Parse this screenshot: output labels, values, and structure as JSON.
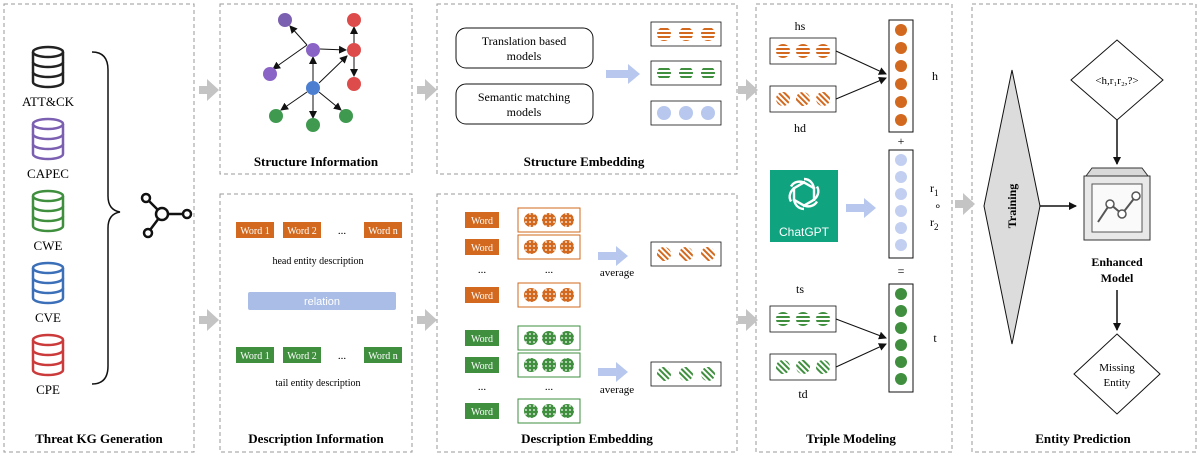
{
  "panels": {
    "threat_kg": {
      "title": "Threat KG Generation",
      "sources": [
        "ATT&CK",
        "CAPEC",
        "CWE",
        "CVE",
        "CPE"
      ],
      "source_colors": [
        "#222222",
        "#7b5fb0",
        "#3f8f3f",
        "#3b6fb8",
        "#cc3b3b"
      ]
    },
    "structure_info": {
      "title": "Structure Information"
    },
    "description_info": {
      "title": "Description Information",
      "head_words": [
        "Word 1",
        "Word 2",
        "...",
        "Word n"
      ],
      "head_caption": "head entity description",
      "relation_label": "relation",
      "tail_words": [
        "Word 1",
        "Word 2",
        "...",
        "Word n"
      ],
      "tail_caption": "tail entity description"
    },
    "structure_embedding": {
      "title": "Structure Embedding",
      "model_1": [
        "Translation based",
        "models"
      ],
      "model_2": [
        "Semantic matching",
        "models"
      ]
    },
    "description_embedding": {
      "title": "Description Embedding",
      "word_label": "Word",
      "ellipsis": "...",
      "average_label": "average"
    },
    "triple_modeling": {
      "title": "Triple Modeling",
      "hs": "hs",
      "hd": "hd",
      "h": "h",
      "plus": "+",
      "r1": "r",
      "r1_sub": "1",
      "compose": "∘",
      "r2": "r",
      "r2_sub": "2",
      "equals": "=",
      "ts": "ts",
      "td": "td",
      "t": "t",
      "chatgpt": "ChatGPT"
    },
    "entity_prediction": {
      "title": "Entity Prediction",
      "training": "Training",
      "query": "<h,r₁r₂,?>",
      "model_line1": "Enhanced",
      "model_line2": "Model",
      "missing_line1": "Missing",
      "missing_line2": "Entity"
    }
  },
  "colors": {
    "orange": "#d2691e",
    "green": "#3f8f3f",
    "blue_light": "#b7c7ee",
    "arrow_gray": "#c4c4c4",
    "chatgpt_teal": "#10a37f",
    "relation_blue": "#a9bde6"
  }
}
